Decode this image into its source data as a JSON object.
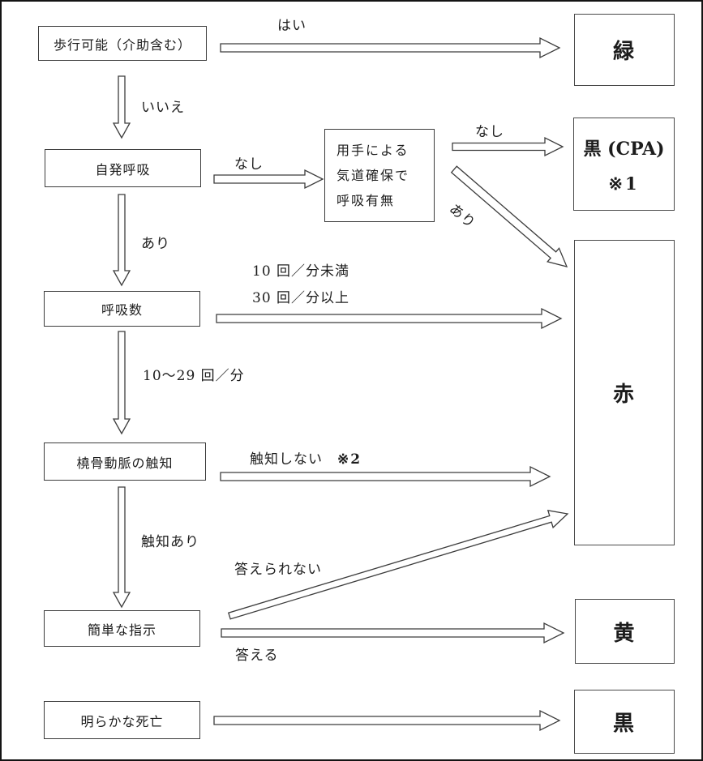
{
  "diagram": {
    "kind": "triage-flowchart",
    "ink_color": "#3c3c3c",
    "background_color": "#ffffff",
    "nodes": {
      "walk": {
        "label": "歩行可能（介助含む）"
      },
      "breath": {
        "label": "自発呼吸"
      },
      "airway": {
        "lines": [
          "用手による",
          "気道確保で",
          "呼吸有無"
        ]
      },
      "rate": {
        "label": "呼吸数"
      },
      "pulse": {
        "label": "橈骨動脈の触知"
      },
      "command": {
        "label": "簡単な指示"
      },
      "death": {
        "label": "明らかな死亡"
      }
    },
    "outcomes": {
      "green": {
        "label": "緑"
      },
      "black_cpa": {
        "label": "黒 (CPA)",
        "note": "※1"
      },
      "red": {
        "label": "赤"
      },
      "yellow": {
        "label": "黄"
      },
      "black": {
        "label": "黒"
      }
    },
    "edge_labels": {
      "yes": "はい",
      "no": "いいえ",
      "none_breath": "なし",
      "none_airway": "なし",
      "present_airway": "あり",
      "present_breath": "あり",
      "rate_low": "10 回／分未満",
      "rate_high": "30 回／分以上",
      "rate_normal": "10〜29 回／分",
      "no_pulse": "触知しない",
      "no_pulse_note": "※2",
      "pulse_present": "触知あり",
      "cannot_answer": "答えられない",
      "can_answer": "答える"
    }
  }
}
